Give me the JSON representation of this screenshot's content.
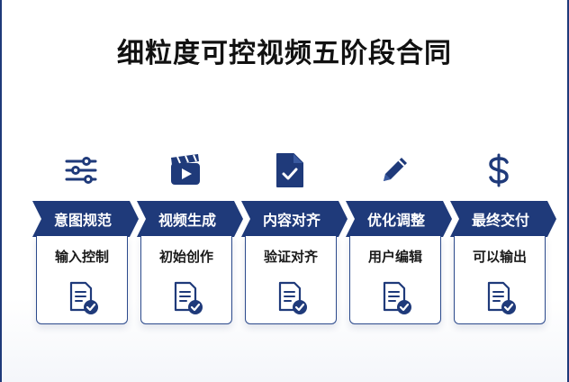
{
  "title": "细粒度可控视频五阶段合同",
  "colors": {
    "primary": "#1f3a7a",
    "accent": "#2a6fc4",
    "text": "#111111"
  },
  "stages": [
    {
      "name": "意图规范",
      "sub": "输入控制",
      "icon": "sliders-icon"
    },
    {
      "name": "视频生成",
      "sub": "初始创作",
      "icon": "clapperboard-icon"
    },
    {
      "name": "内容对齐",
      "sub": "验证对齐",
      "icon": "document-check-icon"
    },
    {
      "name": "优化调整",
      "sub": "用户编辑",
      "icon": "pencil-icon"
    },
    {
      "name": "最终交付",
      "sub": "可以输出",
      "icon": "dollar-icon"
    }
  ]
}
